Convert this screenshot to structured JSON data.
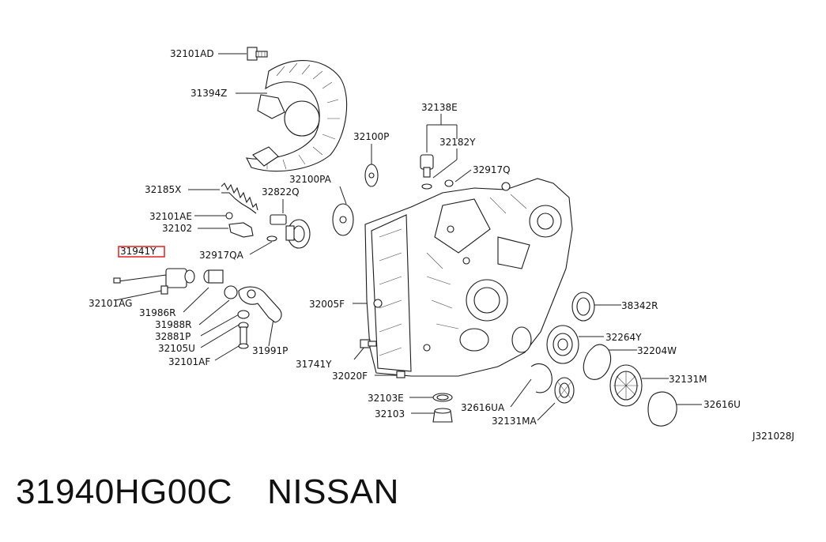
{
  "labels": [
    {
      "id": "32101AD",
      "text": "32101AD"
    },
    {
      "id": "31394Z",
      "text": "31394Z"
    },
    {
      "id": "32138E",
      "text": "32138E"
    },
    {
      "id": "32100P",
      "text": "32100P"
    },
    {
      "id": "32182Y",
      "text": "32182Y"
    },
    {
      "id": "32917Q",
      "text": "32917Q"
    },
    {
      "id": "32185X",
      "text": "32185X"
    },
    {
      "id": "32822Q",
      "text": "32822Q"
    },
    {
      "id": "32100PA",
      "text": "32100PA"
    },
    {
      "id": "32101AE",
      "text": "32101AE"
    },
    {
      "id": "32102",
      "text": "32102"
    },
    {
      "id": "31941Y",
      "text": "31941Y"
    },
    {
      "id": "32917QA",
      "text": "32917QA"
    },
    {
      "id": "32101AG",
      "text": "32101AG"
    },
    {
      "id": "31986R",
      "text": "31986R"
    },
    {
      "id": "31988R",
      "text": "31988R"
    },
    {
      "id": "32881P",
      "text": "32881P"
    },
    {
      "id": "32105U",
      "text": "32105U"
    },
    {
      "id": "32101AF",
      "text": "32101AF"
    },
    {
      "id": "31991P",
      "text": "31991P"
    },
    {
      "id": "32005F",
      "text": "32005F"
    },
    {
      "id": "31741Y",
      "text": "31741Y"
    },
    {
      "id": "32020F",
      "text": "32020F"
    },
    {
      "id": "32103E",
      "text": "32103E"
    },
    {
      "id": "32103",
      "text": "32103"
    },
    {
      "id": "32616UA",
      "text": "32616UA"
    },
    {
      "id": "32131MA",
      "text": "32131MA"
    },
    {
      "id": "38342R",
      "text": "38342R"
    },
    {
      "id": "32264Y",
      "text": "32264Y"
    },
    {
      "id": "32204W",
      "text": "32204W"
    },
    {
      "id": "32131M",
      "text": "32131M"
    },
    {
      "id": "32616U",
      "text": "32616U"
    }
  ],
  "drawing_code": "J321028J",
  "highlighted_part": "31941Y",
  "highlight_color": "#e02020",
  "footer": {
    "part_number": "31940HG00C",
    "brand": "NISSAN"
  }
}
